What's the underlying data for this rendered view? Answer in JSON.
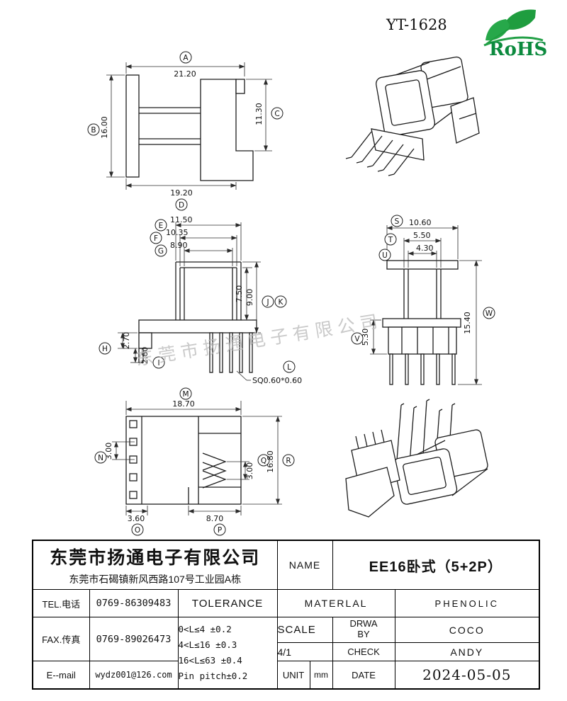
{
  "header": {
    "part_no": "YT-1628",
    "rohs": "RoHS"
  },
  "watermark": "东莞市扬通电子有限公司",
  "dims": {
    "A": {
      "id": "A",
      "v": "21.20"
    },
    "B": {
      "id": "B",
      "v": "16.00"
    },
    "C": {
      "id": "C",
      "v": "11.30"
    },
    "D": {
      "id": "D",
      "v": "19.20"
    },
    "E": {
      "id": "E",
      "v": "11.50"
    },
    "F": {
      "id": "F",
      "v": "10.35"
    },
    "G": {
      "id": "G",
      "v": "8.90"
    },
    "H": {
      "id": "H",
      "v": "2.70"
    },
    "I": {
      "id": "I",
      "v": "2.60"
    },
    "J": {
      "id": "J",
      "v": "9.00"
    },
    "K": {
      "id": "K",
      "v": "7.50"
    },
    "L": {
      "id": "L",
      "v": "SQ0.60*0.60"
    },
    "M": {
      "id": "M",
      "v": "18.70"
    },
    "N": {
      "id": "N",
      "v": "3.00"
    },
    "O": {
      "id": "O",
      "v": "3.60"
    },
    "P": {
      "id": "P",
      "v": "8.70"
    },
    "Q": {
      "id": "Q",
      "v": "3.00"
    },
    "R": {
      "id": "R",
      "v": "16.80"
    },
    "S": {
      "id": "S",
      "v": "10.60"
    },
    "T": {
      "id": "T",
      "v": "5.50"
    },
    "U": {
      "id": "U",
      "v": "4.30"
    },
    "V": {
      "id": "V",
      "v": "5.30"
    },
    "W": {
      "id": "W",
      "v": "15.40"
    }
  },
  "title_block": {
    "company": "东莞市扬通电子有限公司",
    "address": "东莞市石碣镇新风西路107号工业园A栋",
    "name_label": "NAME",
    "name_value": "EE16卧式（5+2P）",
    "tel_label": "TEL.电话",
    "tel_value": "0769-86309483",
    "tolerance_label": "TOLERANCE",
    "material_label": "MATERLAL",
    "material_value": "PHENOLIC",
    "fax_label": "FAX.传真",
    "fax_value": "0769-89026473",
    "tolerance_lines": [
      "0<L≤4  ±0.2",
      "4<L≤16 ±0.3",
      "16<L≤63 ±0.4",
      "Pin pitch±0.2"
    ],
    "scale_label": "SCALE",
    "scale_value": "4/1",
    "drwa_by_label": "DRWA BY",
    "drwa_by_value": "COCO",
    "check_label": "CHECK",
    "check_value": "ANDY",
    "unit_label": "UNIT",
    "unit_value": "mm",
    "date_label": "DATE",
    "date_value": "2024-05-05",
    "email_label": "E--mail",
    "email_value": "wydz001@126.com"
  }
}
